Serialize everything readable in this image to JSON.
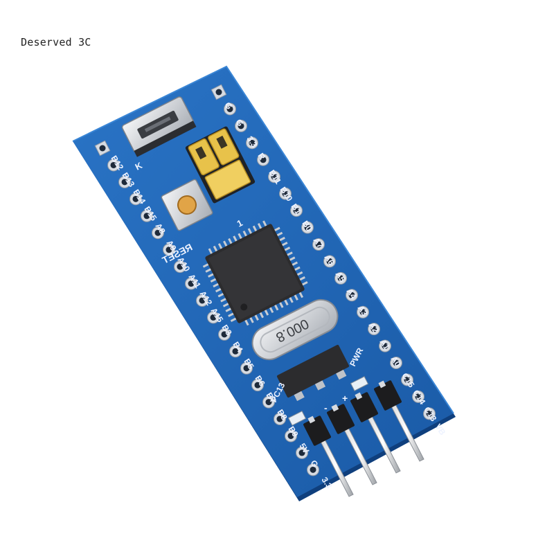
{
  "watermark": {
    "text": "Deserved 3C"
  },
  "board": {
    "left_row_labels": [
      "B12",
      "B13",
      "B14",
      "B15",
      "A8",
      "A9",
      "A10",
      "A11",
      "A12",
      "A15",
      "B3",
      "B4",
      "B5",
      "B6",
      "B7",
      "B8",
      "B9",
      "5V",
      "G",
      "3.3"
    ],
    "right_row_labels": [
      "G",
      "G",
      "3.3",
      "R",
      "B11",
      "B10",
      "B1",
      "B0",
      "A7",
      "A6",
      "A5",
      "A4",
      "A3",
      "A2",
      "A1",
      "A0",
      "C15",
      "C14",
      "C13",
      "VB"
    ],
    "reset_label": "RESET",
    "crystal_label": "8.000",
    "pwr_label": "PWR",
    "pc13_label": "PC13",
    "plus_label": "+",
    "minus_label": "-",
    "one_label": "1",
    "k_label": "K"
  },
  "colors": {
    "pcb": "#1c63b4",
    "pcb_edge": "#0f3f7d",
    "silkscreen": "#eef3ff",
    "jumper": "#e8c24a",
    "chip": "#2c2c2e",
    "metal": "#cfd3d8",
    "background": "#ffffff"
  },
  "icons": [
    "usb-connector-icon",
    "reset-button-icon",
    "crystal-icon",
    "pin-header-icon"
  ]
}
